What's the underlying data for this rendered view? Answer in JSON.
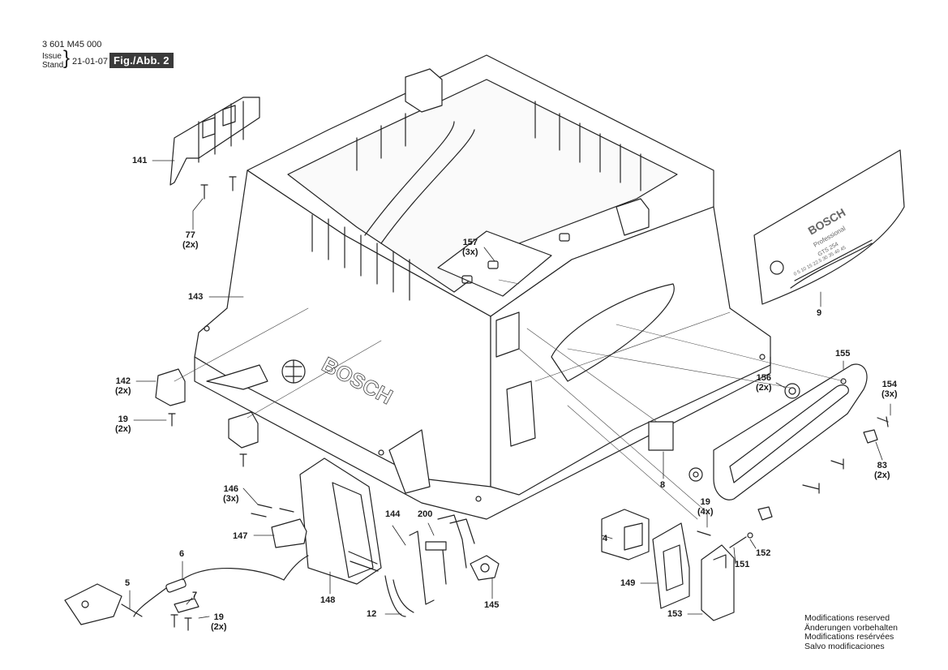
{
  "header": {
    "document_number": "3 601 M45 000",
    "issue_label": "Issue",
    "stand_label": "Stand",
    "brace": "}",
    "date": "21-01-07",
    "figure_label": "Fig./Abb. 2"
  },
  "callouts": [
    {
      "id": "141",
      "label": "141",
      "qty": ""
    },
    {
      "id": "77",
      "label": "77",
      "qty": "(2x)"
    },
    {
      "id": "143",
      "label": "143",
      "qty": ""
    },
    {
      "id": "157",
      "label": "157",
      "qty": "(3x)"
    },
    {
      "id": "9",
      "label": "9",
      "qty": ""
    },
    {
      "id": "142",
      "label": "142",
      "qty": "(2x)"
    },
    {
      "id": "19a",
      "label": "19",
      "qty": "(2x)"
    },
    {
      "id": "155",
      "label": "155",
      "qty": ""
    },
    {
      "id": "156",
      "label": "156",
      "qty": "(2x)"
    },
    {
      "id": "154",
      "label": "154",
      "qty": "(3x)"
    },
    {
      "id": "83",
      "label": "83",
      "qty": "(2x)"
    },
    {
      "id": "8",
      "label": "8",
      "qty": ""
    },
    {
      "id": "146",
      "label": "146",
      "qty": "(3x)"
    },
    {
      "id": "147",
      "label": "147",
      "qty": ""
    },
    {
      "id": "144",
      "label": "144",
      "qty": ""
    },
    {
      "id": "200",
      "label": "200",
      "qty": ""
    },
    {
      "id": "6",
      "label": "6",
      "qty": ""
    },
    {
      "id": "5",
      "label": "5",
      "qty": ""
    },
    {
      "id": "7",
      "label": "7",
      "qty": ""
    },
    {
      "id": "19b",
      "label": "19",
      "qty": "(2x)"
    },
    {
      "id": "148",
      "label": "148",
      "qty": ""
    },
    {
      "id": "12",
      "label": "12",
      "qty": ""
    },
    {
      "id": "145",
      "label": "145",
      "qty": ""
    },
    {
      "id": "4",
      "label": "4",
      "qty": ""
    },
    {
      "id": "19c",
      "label": "19",
      "qty": "(4x)"
    },
    {
      "id": "152",
      "label": "152",
      "qty": ""
    },
    {
      "id": "151",
      "label": "151",
      "qty": ""
    },
    {
      "id": "149",
      "label": "149",
      "qty": ""
    },
    {
      "id": "153",
      "label": "153",
      "qty": ""
    }
  ],
  "base_logo_text": "BOSCH",
  "guard_label": {
    "brand": "BOSCH",
    "line": "Professional",
    "model": "GTS 254",
    "scale": "0  5  10  15  22.5  30  35  40  45"
  },
  "modifications": [
    "Modifications reserved",
    "Änderungen vorbehalten",
    "Modifications resérvées",
    "Salvo modificaciones"
  ]
}
